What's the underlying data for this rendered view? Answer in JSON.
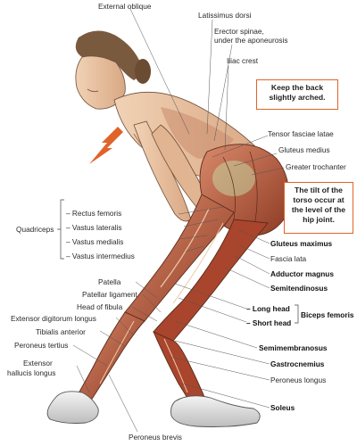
{
  "labels": {
    "external_oblique": "External oblique",
    "latissimus_dorsi": "Latissimus dorsi",
    "erector_spinae_1": "Erector spinae,",
    "erector_spinae_2": "under the aponeurosis",
    "iliac_crest": "Iliac crest",
    "tensor_fasciae_latae": "Tensor fasciae latae",
    "gluteus_medius": "Gluteus medius",
    "greater_trochanter": "Greater trochanter",
    "quadriceps": "Quadriceps",
    "rectus_femoris": "– Rectus femoris",
    "vastus_lateralis": "– Vastus lateralis",
    "vastus_medialis": "– Vastus medialis",
    "vastus_intermedius": "– Vastus intermedius",
    "gluteus_maximus": "Gluteus maximus",
    "fascia_lata": "Fascia lata",
    "adductor_magnus": "Adductor magnus",
    "semitendinosus": "Semitendinosus",
    "patella": "Patella",
    "patellar_ligament": "Patellar ligament",
    "head_of_fibula": "Head of fibula",
    "extensor_digitorum_longus": "Extensor digitorum longus",
    "tibialis_anterior": "Tibialis anterior",
    "peroneus_tertius": "Peroneus tertius",
    "extensor_hallucis_1": "Extensor",
    "extensor_hallucis_2": "hallucis longus",
    "long_head": "– Long head",
    "short_head": "– Short head",
    "biceps_femoris": "Biceps femoris",
    "semimembranosus": "Semimembranosus",
    "gastrocnemius": "Gastrocnemius",
    "peroneus_longus": "Peroneus longus",
    "soleus": "Soleus",
    "peroneus_brevis": "Peroneus brevis"
  },
  "callouts": {
    "back": "Keep the back slightly arched.",
    "tilt": "The tilt of the torso occur at the level of the hip joint."
  },
  "colors": {
    "accent_orange": "#e0632a",
    "muscle_red": "#b5452b",
    "skin": "#e8c2a0",
    "outline": "#333333"
  }
}
